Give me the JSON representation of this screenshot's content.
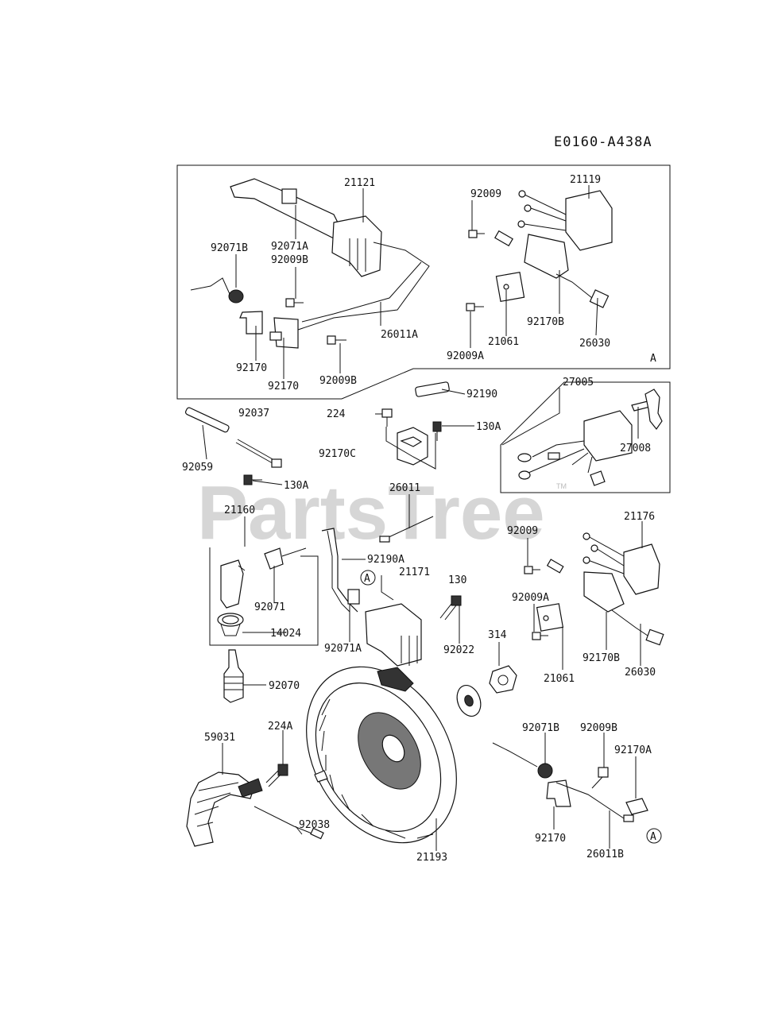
{
  "diagram_code": "E0160-A438A",
  "watermark": "PartsTree",
  "watermark_tm": "TM",
  "ref_marker": "A",
  "labels": {
    "l21121": "21121",
    "l92009_top": "92009",
    "l21119": "21119",
    "l92071B_top": "92071B",
    "l92071A_top": "92071A",
    "l92009B_top": "92009B",
    "l26011A": "26011A",
    "l92170B_top": "92170B",
    "l21061_top": "21061",
    "l26030_top": "26030",
    "l92009A_top": "92009A",
    "l92170_a": "92170",
    "l92170_b": "92170",
    "l92009B_bot": "92009B",
    "lA_corner": "A",
    "l92190": "92190",
    "l27005": "27005",
    "l27008": "27008",
    "l92037": "92037",
    "l224": "224",
    "l130A_a": "130A",
    "l92170C": "92170C",
    "l92059": "92059",
    "l130A_b": "130A",
    "l26011": "26011",
    "l21160": "21160",
    "l92190A": "92190A",
    "l21171": "21171",
    "l130": "130",
    "l92071": "92071",
    "l14024": "14024",
    "l92071A": "92071A",
    "l92022": "92022",
    "l314": "314",
    "l92070": "92070",
    "l92009": "92009",
    "l21176": "21176",
    "l92009A": "92009A",
    "l92170B": "92170B",
    "l21061": "21061",
    "l26030": "26030",
    "l59031": "59031",
    "l224A": "224A",
    "l92038": "92038",
    "l21193": "21193",
    "l92071B": "92071B",
    "l92009B": "92009B",
    "l92170A": "92170A",
    "l92170": "92170",
    "l26011B": "26011B",
    "lA_circle1": "A",
    "lA_circle2": "A"
  }
}
